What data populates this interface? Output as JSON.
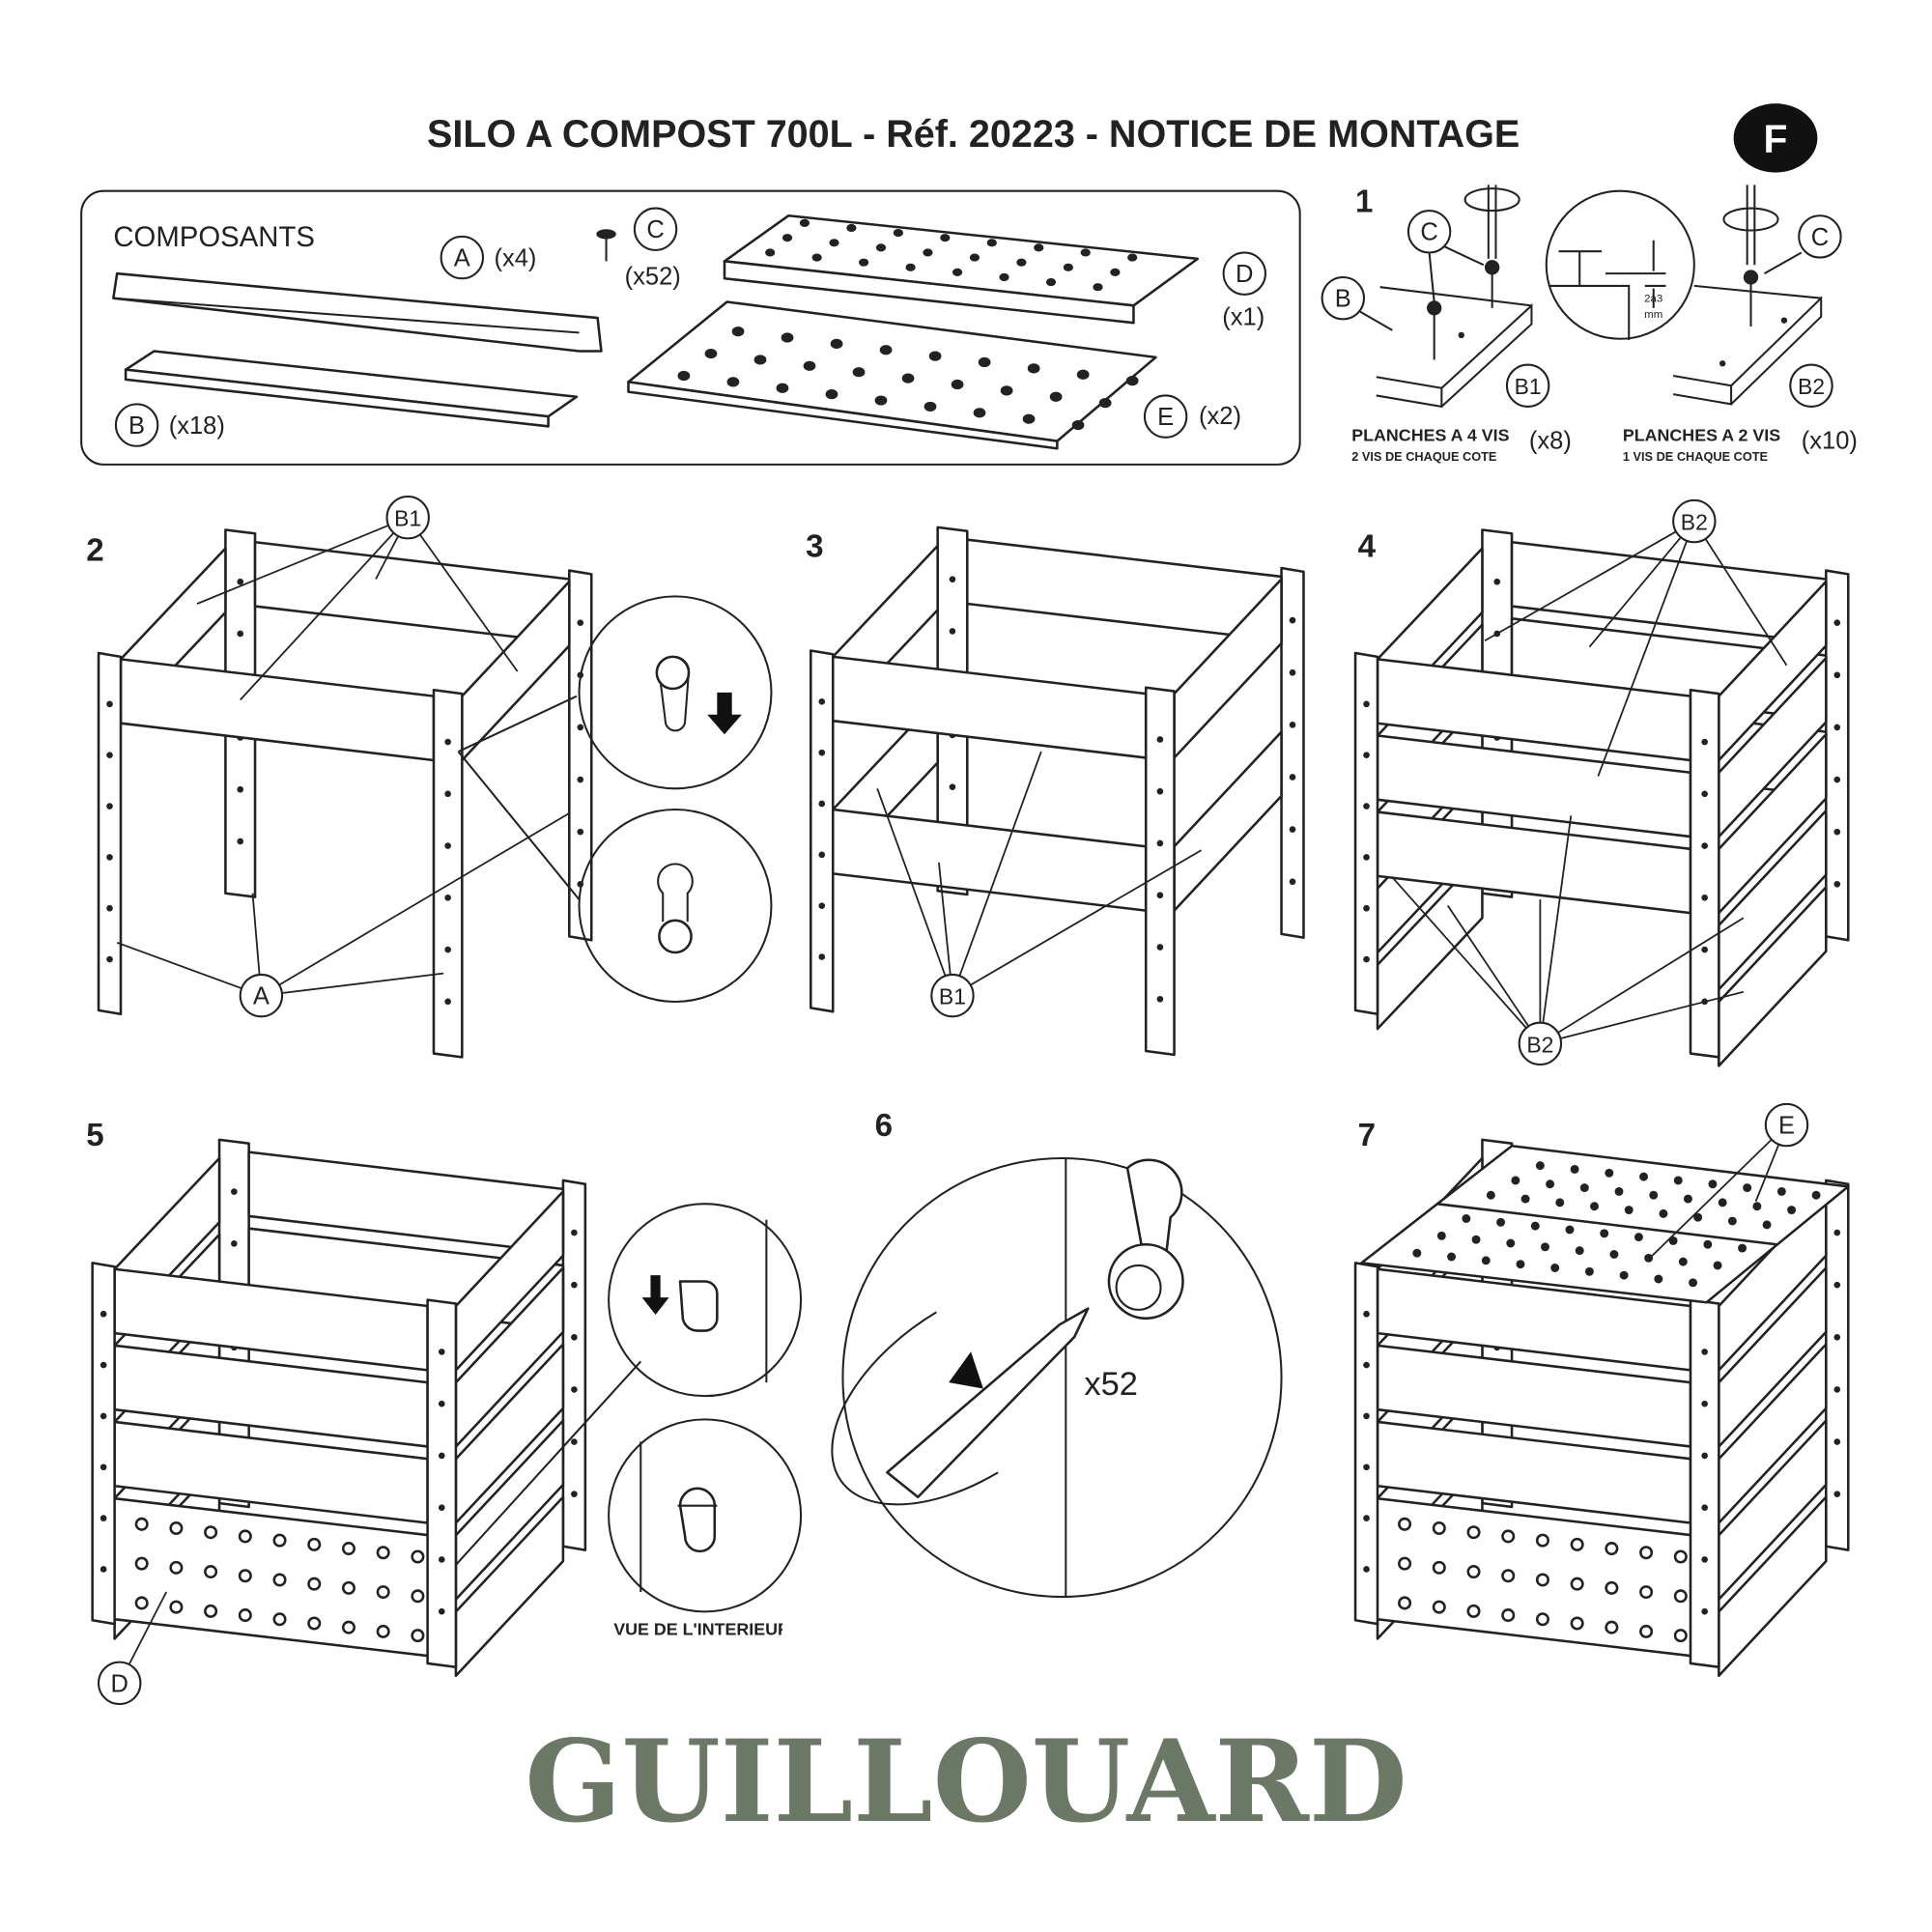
{
  "header": {
    "title": "SILO A COMPOST 700L - Réf. 20223 - NOTICE DE MONTAGE",
    "language_badge": "F"
  },
  "components": {
    "heading": "COMPOSANTS",
    "items": [
      {
        "letter": "A",
        "qty": "(x4)"
      },
      {
        "letter": "B",
        "qty": "(x18)"
      },
      {
        "letter": "C",
        "qty": "(x52)"
      },
      {
        "letter": "D",
        "qty": "(x1)"
      },
      {
        "letter": "E",
        "qty": "(x2)"
      }
    ]
  },
  "step1": {
    "number": "1",
    "label_b": "B",
    "label_c1": "C",
    "label_c2": "C",
    "label_b1": "B1",
    "label_b2": "B2",
    "depth_value": "2à3",
    "depth_unit": "mm",
    "b1_title": "PLANCHES A 4 VIS",
    "b1_sub": "2 VIS DE CHAQUE COTE",
    "b1_qty": "(x8)",
    "b2_title": "PLANCHES A 2 VIS",
    "b2_sub": "1 VIS DE CHAQUE COTE",
    "b2_qty": "(x10)"
  },
  "steps": {
    "s2": {
      "number": "2",
      "label_top": "B1",
      "label_posts": "A"
    },
    "s3": {
      "number": "3",
      "label": "B1"
    },
    "s4": {
      "number": "4",
      "label_top": "B2",
      "label_bottom": "B2"
    },
    "s5": {
      "number": "5",
      "label_panel": "D",
      "caption": "VUE DE L'INTERIEUR"
    },
    "s6": {
      "number": "6",
      "count": "x52"
    },
    "s7": {
      "number": "7",
      "label_lid": "E"
    }
  },
  "brand": {
    "name": "GUILLOUARD",
    "color": "#6b7866"
  }
}
